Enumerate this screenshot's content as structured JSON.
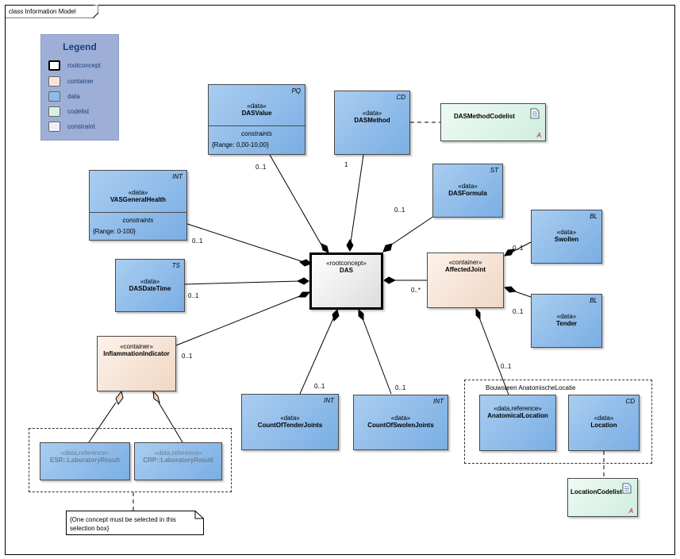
{
  "frame": {
    "title": "class Information Model"
  },
  "legend": {
    "title": "Legend",
    "items": [
      {
        "label": "rootconcept",
        "color": "#ffffff"
      },
      {
        "label": "container",
        "color": "#f8e4d6"
      },
      {
        "label": "data",
        "color": "#8dbbea"
      },
      {
        "label": "codelist",
        "color": "#d6f2e4"
      },
      {
        "label": "constraint",
        "color": "#f0eefa"
      }
    ]
  },
  "classes": {
    "das": {
      "stereotype": "«rootconcept»",
      "name": "DAS"
    },
    "das_value": {
      "stereotype": "«data»",
      "name": "DASValue",
      "type": "PQ",
      "constraints_title": "constraints",
      "constraint": "{Range: 0,00-10,00}"
    },
    "das_method": {
      "stereotype": "«data»",
      "name": "DASMethod",
      "type": "CD"
    },
    "das_method_codelist": {
      "name": "DASMethodCodelist",
      "abstract_mark": "A"
    },
    "das_formula": {
      "stereotype": "«data»",
      "name": "DASFormula",
      "type": "ST"
    },
    "vas_general_health": {
      "stereotype": "«data»",
      "name": "VASGeneralHealth",
      "type": "INT",
      "constraints_title": "constraints",
      "constraint": "{Range: 0-100}"
    },
    "das_date_time": {
      "stereotype": "«data»",
      "name": "DASDateTime",
      "type": "TS"
    },
    "inflammation_indicator": {
      "stereotype": "«container»",
      "name": "InflammationIndicator"
    },
    "affected_joint": {
      "stereotype": "«container»",
      "name": "AffectedJoint"
    },
    "swollen": {
      "stereotype": "«data»",
      "name": "Swollen",
      "type": "BL"
    },
    "tender": {
      "stereotype": "«data»",
      "name": "Tender",
      "type": "BL"
    },
    "count_tender": {
      "stereotype": "«data»",
      "name": "CountOfTenderJoints",
      "type": "INT"
    },
    "count_swollen": {
      "stereotype": "«data»",
      "name": "CountOfSwolenJoints",
      "type": "INT"
    },
    "esr": {
      "stereotype": "«data,reference»",
      "name": "ESR::LaboratoryResult"
    },
    "crp": {
      "stereotype": "«data,reference»",
      "name": "CRP::LaboratoryResult"
    },
    "anatomical_location": {
      "stereotype": "«data,reference»",
      "name": "AnatomicalLocation"
    },
    "location": {
      "stereotype": "«data»",
      "name": "Location",
      "type": "CD"
    },
    "location_codelist": {
      "name": "LocationCodelist",
      "abstract_mark": "A"
    }
  },
  "multiplicities": {
    "das_value": "0..1",
    "das_method": "1",
    "das_formula": "0..1",
    "vas_general_health": "0..1",
    "das_date_time": "0..1",
    "inflammation_indicator": "0..1",
    "affected_joint": "0..*",
    "swollen": "0..1",
    "tender": "0..1",
    "count_tender": "0..1",
    "count_swollen": "0..1",
    "anatomical_location": "0..1"
  },
  "boundary": {
    "label": "Bouwsteen AnatomischeLocatie"
  },
  "note": {
    "text": "{One concept must be selected in this selection box}"
  },
  "colors": {
    "data": "#8dbbea",
    "container": "#f8e4d6",
    "codelist": "#d6f2e4",
    "legend_bg": "#9dafd6"
  }
}
